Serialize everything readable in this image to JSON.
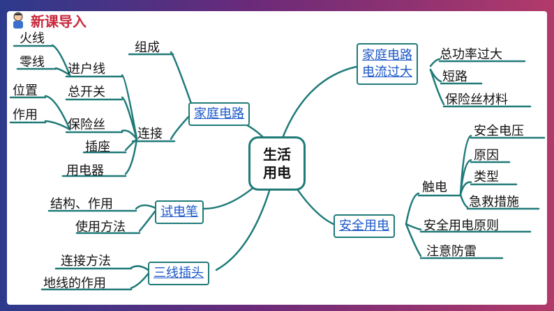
{
  "header": {
    "title": "新课导入"
  },
  "center": {
    "line1": "生活",
    "line2": "用电"
  },
  "left": {
    "household": {
      "label": "家庭电路",
      "composition": "组成",
      "connection": "连接",
      "entry_line": "进户线",
      "live_wire": "火线",
      "neutral_wire": "零线",
      "main_switch": "总开关",
      "fuse": "保险丝",
      "position": "位置",
      "function": "作用",
      "socket": "插座",
      "appliance": "用电器"
    },
    "test_pen": {
      "label": "试电笔",
      "structure": "结构、作用",
      "usage": "使用方法"
    },
    "three_pin": {
      "label": "三线插头",
      "connect": "连接方法",
      "ground": "地线的作用"
    }
  },
  "right": {
    "overcurrent": {
      "line1": "家庭电路",
      "line2": "电流过大",
      "overload": "总功率过大",
      "short": "短路",
      "fuse_material": "保险丝材料"
    },
    "safety": {
      "label": "安全用电",
      "shock": "触电",
      "safe_voltage": "安全电压",
      "cause": "原因",
      "type": "类型",
      "first_aid": "急救措施",
      "principle": "安全用电原则",
      "lightning": "注意防雷"
    }
  }
}
